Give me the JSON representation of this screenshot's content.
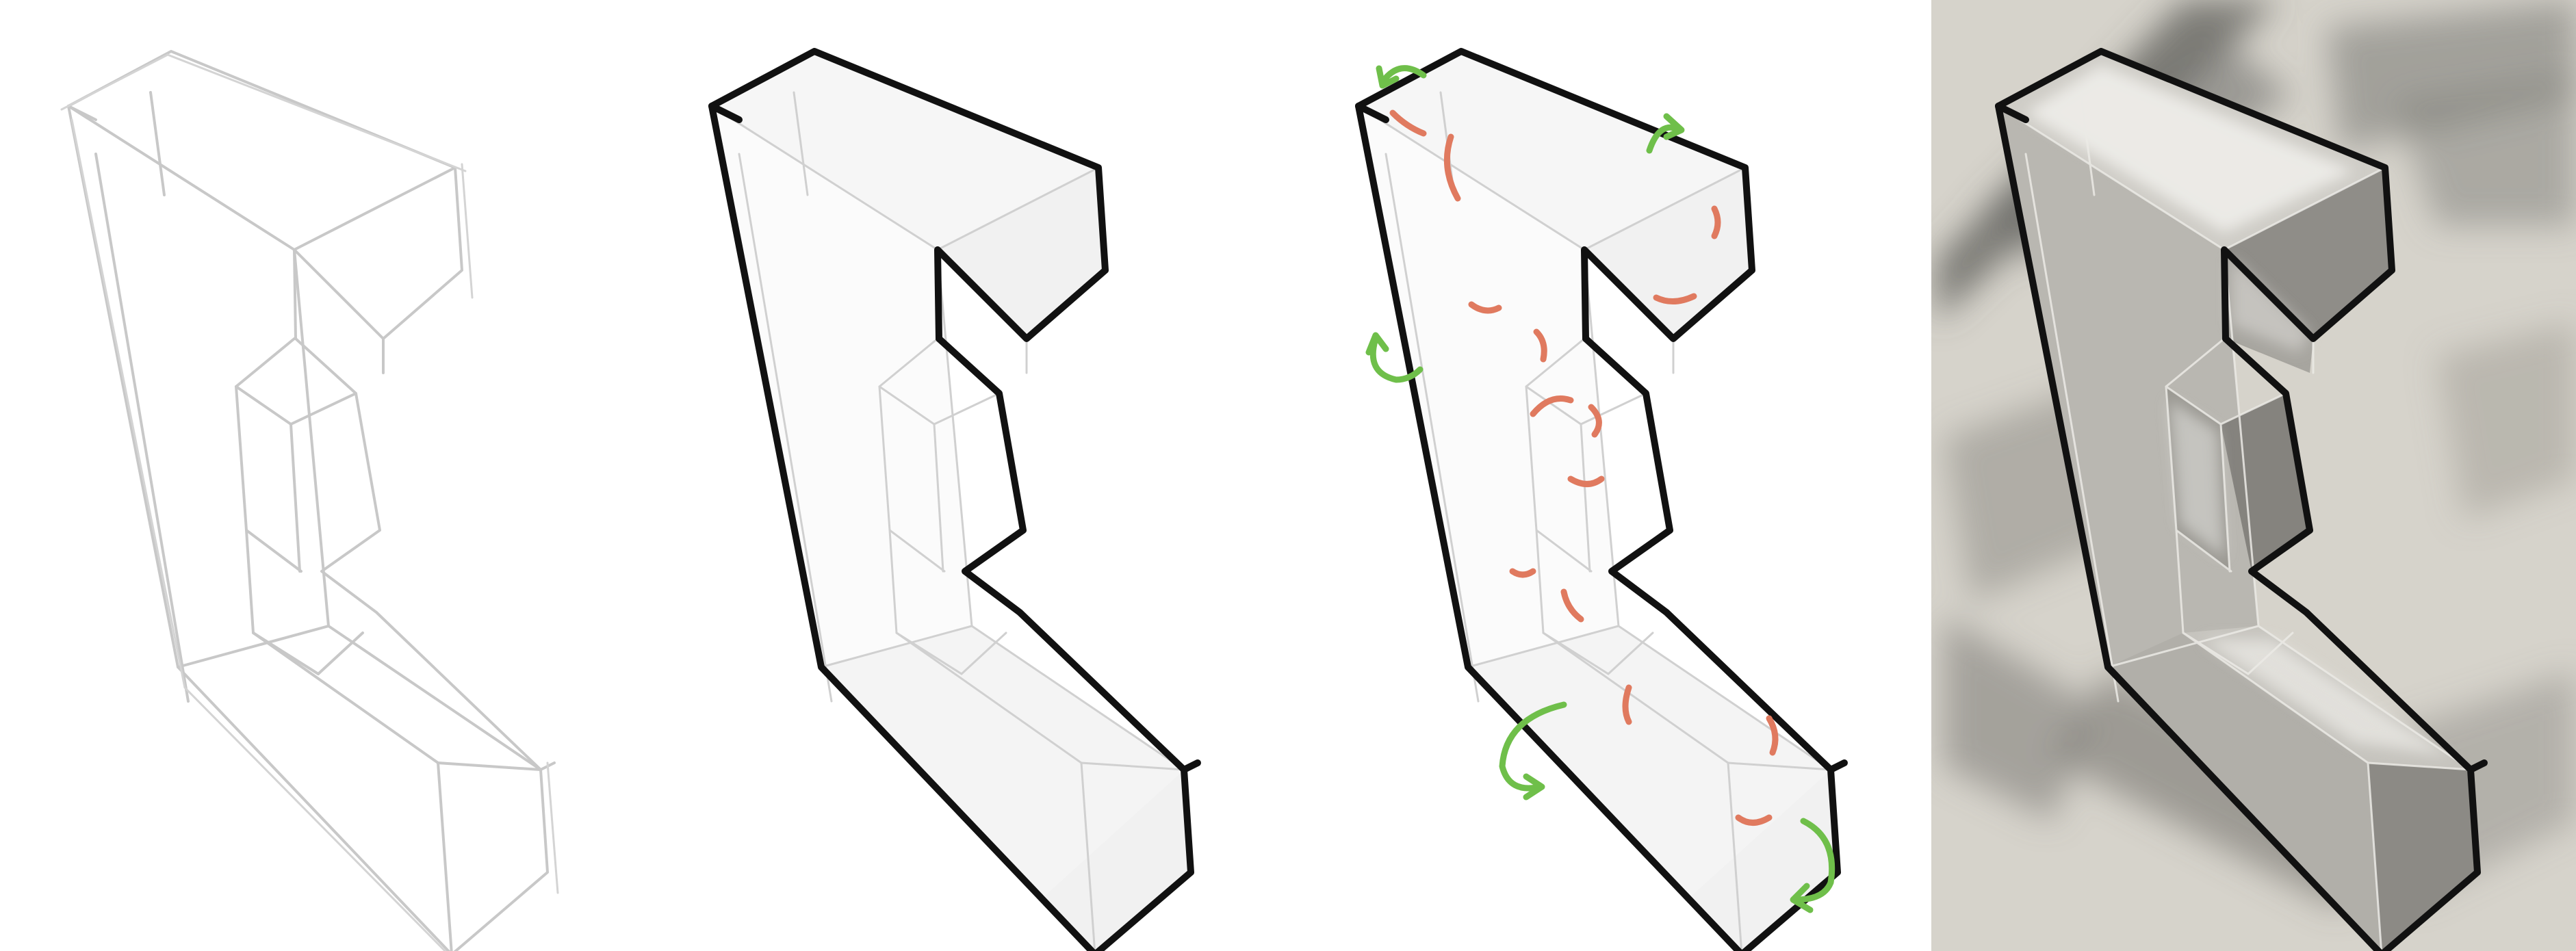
{
  "panels": [
    {
      "stage": "construction-sketch",
      "style": "light pencil lines"
    },
    {
      "stage": "line-weight",
      "style": "bold outer contour"
    },
    {
      "stage": "form-annotations",
      "style": "curvature marks and rotation arrows"
    },
    {
      "stage": "shaded-render",
      "style": "grey tonal rendering with background smudges"
    }
  ],
  "colors": {
    "page_background": "#ffffff",
    "construction_line": "#c8c8c8",
    "ink_line": "#111111",
    "annotation_orange": "#e07a5f",
    "annotation_green": "#6fbf4a",
    "render_background": "#d6d3cb",
    "render_smudge": "#5e5e5a"
  },
  "icons": {
    "rotation_arrow": "curved-arrow-icon",
    "contour_mark": "curvature-mark-icon"
  }
}
